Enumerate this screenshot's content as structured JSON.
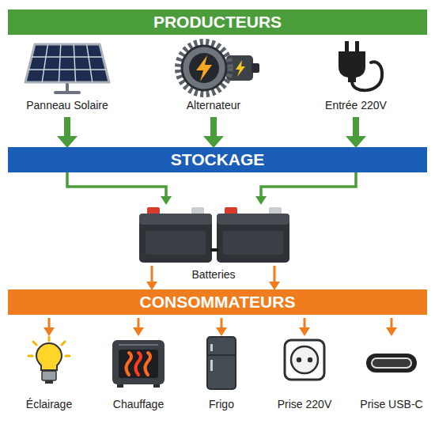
{
  "diagram": {
    "nodes": [
      {
        "text": [
          "PRODUCTEURS"
        ]
      },
      {
        "text": [
          "Panneau Solaire"
        ]
      },
      {
        "text": [
          "Alternateur"
        ]
      },
      {
        "text": [
          "Entrée 220V"
        ]
      },
      {
        "text": [
          "STOCKAGE"
        ]
      },
      {
        "text": [
          "Batteries"
        ]
      },
      {
        "text": [
          "CONSOMMATEURS"
        ]
      },
      {
        "text": [
          "Éclairage"
        ]
      },
      {
        "text": [
          "Chauffage"
        ]
      },
      {
        "text": [
          "Frigo"
        ]
      },
      {
        "text": [
          "Prise 220V"
        ]
      },
      {
        "text": [
          "Prise USB-C"
        ]
      }
    ],
    "edges": [
      {
        "from": 1,
        "to": 4,
        "arrow": "to"
      },
      {
        "from": 2,
        "to": 4,
        "arrow": "to"
      },
      {
        "from": 3,
        "to": 4,
        "arrow": "to"
      },
      {
        "from": 4,
        "to": 5,
        "arrow": "to"
      },
      {
        "from": 4,
        "to": 5,
        "arrow": "to"
      },
      {
        "from": 5,
        "to": 6,
        "arrow": "to"
      },
      {
        "from": 5,
        "to": 6,
        "arrow": "to"
      },
      {
        "from": 6,
        "to": 7,
        "arrow": "to"
      },
      {
        "from": 6,
        "to": 8,
        "arrow": "to"
      },
      {
        "from": 6,
        "to": 9,
        "arrow": "to"
      },
      {
        "from": 6,
        "to": 10,
        "arrow": "to"
      },
      {
        "from": 6,
        "to": 11,
        "arrow": "to"
      }
    ]
  }
}
